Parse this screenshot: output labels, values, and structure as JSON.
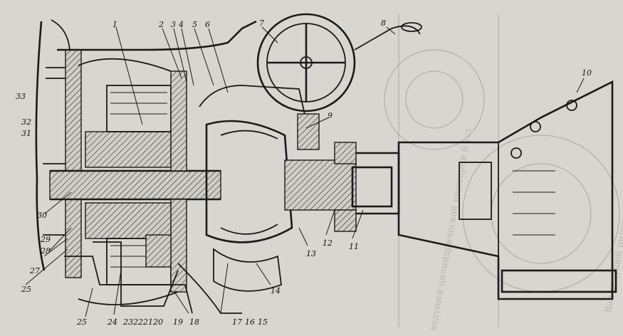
{
  "diagram": {
    "callouts": [
      {
        "id": "c1",
        "text": "1"
      },
      {
        "id": "c2",
        "text": "2"
      },
      {
        "id": "c3",
        "text": "3"
      },
      {
        "id": "c4",
        "text": "4"
      },
      {
        "id": "c5",
        "text": "5"
      },
      {
        "id": "c6",
        "text": "6"
      },
      {
        "id": "c7",
        "text": "7"
      },
      {
        "id": "c8",
        "text": "8"
      },
      {
        "id": "c9",
        "text": "9"
      },
      {
        "id": "c10",
        "text": "10"
      },
      {
        "id": "c11",
        "text": "11"
      },
      {
        "id": "c12",
        "text": "12"
      },
      {
        "id": "c13",
        "text": "13"
      },
      {
        "id": "c14",
        "text": "14"
      },
      {
        "id": "c15",
        "text": "15"
      },
      {
        "id": "c16",
        "text": "16"
      },
      {
        "id": "c17",
        "text": "17"
      },
      {
        "id": "c18",
        "text": "18"
      },
      {
        "id": "c19",
        "text": "19"
      },
      {
        "id": "c20",
        "text": "20"
      },
      {
        "id": "c21",
        "text": "21"
      },
      {
        "id": "c22",
        "text": "22"
      },
      {
        "id": "c23",
        "text": "23"
      },
      {
        "id": "c24",
        "text": "24"
      },
      {
        "id": "c25a",
        "text": "25"
      },
      {
        "id": "c25b",
        "text": "25"
      },
      {
        "id": "c27",
        "text": "27"
      },
      {
        "id": "c28",
        "text": "28"
      },
      {
        "id": "c29",
        "text": "29"
      },
      {
        "id": "c30",
        "text": "30"
      },
      {
        "id": "c31",
        "text": "31"
      },
      {
        "id": "c32",
        "text": "32"
      },
      {
        "id": "c33",
        "text": "33"
      }
    ],
    "bleed_through_text": [
      "Вал ведущей цилиндрической шестерни",
      "ведущей цилиндрической шестерни 6 уст"
    ],
    "colors": {
      "paper": "#d7d6d1",
      "ink": "#1a1a1a",
      "bleed": "#b9b8b2"
    }
  }
}
